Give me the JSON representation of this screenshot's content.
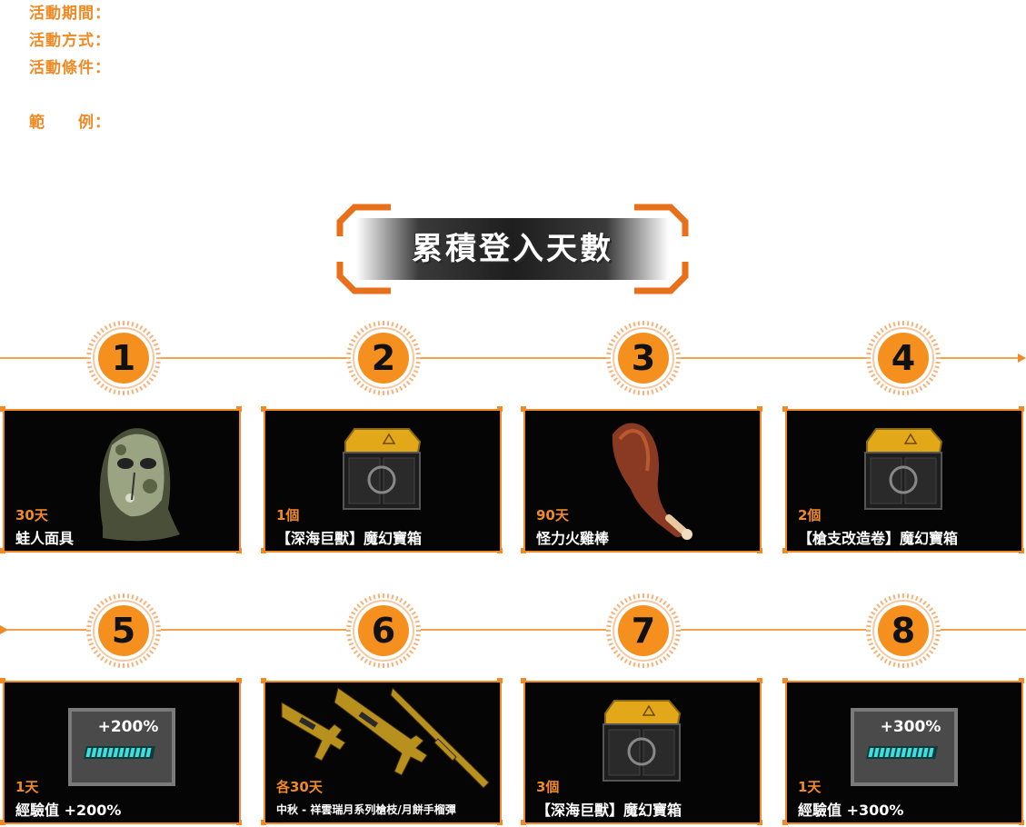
{
  "info": {
    "period_label": "活動期間：",
    "method_label": "活動方式：",
    "condition_label": "活動條件：",
    "example_label": "範　　例："
  },
  "section": {
    "title": "累積登入天數"
  },
  "colors": {
    "accent": "#f08a24",
    "card_bg": "#050505",
    "white": "#ffffff"
  },
  "days": [
    {
      "num": "1",
      "qty": "30天",
      "name": "蛙人面具",
      "icon": "mask-icon"
    },
    {
      "num": "2",
      "qty": "1個",
      "name": "【深海巨獸】魔幻寶箱",
      "icon": "treasure-box-icon"
    },
    {
      "num": "3",
      "qty": "90天",
      "name": "怪力火雞棒",
      "icon": "turkey-leg-icon"
    },
    {
      "num": "4",
      "qty": "2個",
      "name": "【槍支改造卷】魔幻寶箱",
      "icon": "treasure-box-icon"
    },
    {
      "num": "5",
      "qty": "1天",
      "name": "經驗值 +200%",
      "icon": "exp-card-icon",
      "badge_text": "+200%"
    },
    {
      "num": "6",
      "qty": "各30天",
      "name": "中秋 - 祥雲瑞月系列槍枝/月餅手榴彈",
      "icon": "guns-icon"
    },
    {
      "num": "7",
      "qty": "3個",
      "name": "【深海巨獸】魔幻寶箱",
      "icon": "treasure-box-icon"
    },
    {
      "num": "8",
      "qty": "1天",
      "name": "經驗值 +300%",
      "icon": "exp-card-icon",
      "badge_text": "+300%"
    }
  ]
}
